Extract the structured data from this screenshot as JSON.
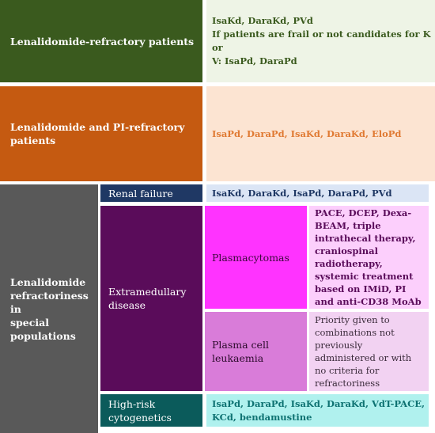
{
  "colors": {
    "green_dark": "#3a5a1e",
    "green_light": "#eef4e6",
    "orange_dark": "#c55a11",
    "orange_light": "#fce4d2",
    "orange_text": "#e07a33",
    "grey_dark": "#595959",
    "navy": "#1f3864",
    "blue_light": "#dbe5f5",
    "purple_dark": "#5a0c5a",
    "magenta": "#ff33ff",
    "pink_light": "#fccffc",
    "lavender": "#f2d2f2",
    "teal": "#0b5b5b",
    "aqua": "#b0f1ee",
    "teal_text": "#0e7272"
  },
  "rows": {
    "lenalidomide_refractory": {
      "label": "Lenalidomide-refractory patients",
      "treatment": "IsaKd, DaraKd, PVd\nIf patients are frail or not candidates for K or\nV: IsaPd, DaraPd"
    },
    "lenalidomide_pi_refractory": {
      "label": "Lenalidomide and PI-refractory\npatients",
      "treatment": "IsaPd, DaraPd, IsaKd, DaraKd, EloPd"
    },
    "special_populations": {
      "label": "Lenalidomide\nrefractoriness in\nspecial\npopulations",
      "renal_failure": {
        "label": "Renal failure",
        "treatment": "IsaKd, DaraKd, IsaPd, DaraPd, PVd"
      },
      "extramedullary": {
        "label": "Extramedullary\ndisease",
        "plasmacytomas": {
          "label": "Plasmacytomas",
          "treatment": "PACE, DCEP, Dexa-\nBEAM, triple\nintrathecal therapy,\ncraniospinal\nradiotherapy,\nsystemic treatment\nbased on IMiD, PI\nand anti-CD38 MoAb"
        },
        "plasma_cell_leukaemia": {
          "label": "Plasma cell\nleukaemia",
          "treatment": "Priority given to\ncombinations not\npreviously\nadministered or with\nno criteria for\nrefractoriness"
        }
      },
      "high_risk": {
        "label": "High-risk\ncytogenetics",
        "treatment": "IsaPd, DaraPd, IsaKd, DaraKd, VdT-PACE,\nKCd, bendamustine"
      }
    }
  }
}
